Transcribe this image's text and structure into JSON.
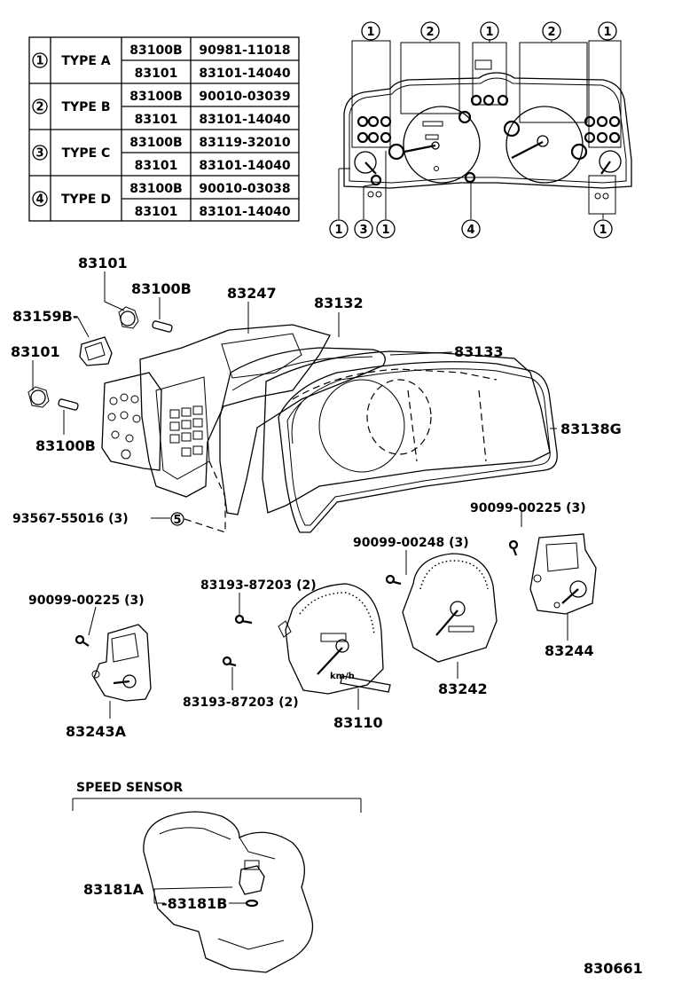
{
  "table": {
    "rows": [
      {
        "num": "1",
        "type": "TYPE A",
        "parts": [
          [
            "83100B",
            "90981-11018"
          ],
          [
            "83101",
            "83101-14040"
          ]
        ]
      },
      {
        "num": "2",
        "type": "TYPE B",
        "parts": [
          [
            "83100B",
            "90010-03039"
          ],
          [
            "83101",
            "83101-14040"
          ]
        ]
      },
      {
        "num": "3",
        "type": "TYPE C",
        "parts": [
          [
            "83100B",
            "83119-32010"
          ],
          [
            "83101",
            "83101-14040"
          ]
        ]
      },
      {
        "num": "4",
        "type": "TYPE D",
        "parts": [
          [
            "83100B",
            "90010-03038"
          ],
          [
            "83101",
            "83101-14040"
          ]
        ]
      }
    ]
  },
  "labels": {
    "l83101_top": "83101",
    "l83100B_top": "83100B",
    "l83159B": "83159B-",
    "l83247": "83247",
    "l83132": "83132",
    "l83133": "83133",
    "l83101_left": "83101",
    "l83100B_left": "83100B",
    "l83138G": "83138G",
    "l93567": "93567-55016 (3)",
    "l5_mark": "5",
    "l90099_225_right": "90099-00225 (3)",
    "l90099_248": "90099-00248 (3)",
    "l90099_225_left": "90099-00225 (3)",
    "l83193_top": "83193-87203 (2)",
    "l83193_bottom": "83193-87203 (2)",
    "l83244": "83244",
    "l83242": "83242",
    "l83243A": "83243A",
    "l83110": "83110",
    "speed_sensor": "SPEED  SENSOR",
    "l83181A": "83181A",
    "l83181B": "-83181B",
    "diagram_no": "830661",
    "kmh": "km/h"
  },
  "callouts": {
    "top": [
      "1",
      "2",
      "1",
      "2",
      "1"
    ],
    "bottom": [
      "1",
      "3",
      "1",
      "4",
      "1"
    ]
  }
}
